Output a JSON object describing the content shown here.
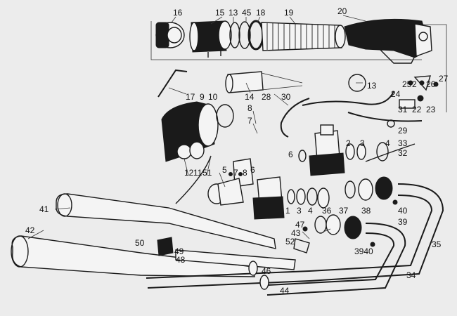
{
  "diagram": {
    "callouts": [
      {
        "id": "c16",
        "text": "16"
      },
      {
        "id": "c15",
        "text": "15"
      },
      {
        "id": "c13a",
        "text": "13"
      },
      {
        "id": "c45",
        "text": "45"
      },
      {
        "id": "c18",
        "text": "18"
      },
      {
        "id": "c19",
        "text": "19"
      },
      {
        "id": "c20",
        "text": "20"
      },
      {
        "id": "c13b",
        "text": "13"
      },
      {
        "id": "c14",
        "text": "14"
      },
      {
        "id": "c28",
        "text": "28"
      },
      {
        "id": "c30",
        "text": "30"
      },
      {
        "id": "c17",
        "text": "17"
      },
      {
        "id": "c9",
        "text": "9"
      },
      {
        "id": "c10",
        "text": "10"
      },
      {
        "id": "c8a",
        "text": "8"
      },
      {
        "id": "c7a",
        "text": "7"
      },
      {
        "id": "c25",
        "text": "25"
      },
      {
        "id": "c2a",
        "text": "2"
      },
      {
        "id": "c26",
        "text": "26"
      },
      {
        "id": "c27",
        "text": "27"
      },
      {
        "id": "c24",
        "text": "24"
      },
      {
        "id": "c31",
        "text": "31"
      },
      {
        "id": "c22",
        "text": "22"
      },
      {
        "id": "c23",
        "text": "23"
      },
      {
        "id": "c29",
        "text": "29"
      },
      {
        "id": "c2b",
        "text": "2"
      },
      {
        "id": "c3a",
        "text": "3"
      },
      {
        "id": "c4a",
        "text": "4"
      },
      {
        "id": "c33",
        "text": "33"
      },
      {
        "id": "c32",
        "text": "32"
      },
      {
        "id": "c6a",
        "text": "6"
      },
      {
        "id": "c12",
        "text": "12"
      },
      {
        "id": "c11",
        "text": "11"
      },
      {
        "id": "c51",
        "text": "51"
      },
      {
        "id": "c5",
        "text": "5"
      },
      {
        "id": "c7b",
        "text": "7"
      },
      {
        "id": "c8b",
        "text": "8"
      },
      {
        "id": "c6b",
        "text": "6"
      },
      {
        "id": "c41",
        "text": "41"
      },
      {
        "id": "c1",
        "text": "1"
      },
      {
        "id": "c3b",
        "text": "3"
      },
      {
        "id": "c4b",
        "text": "4"
      },
      {
        "id": "c36",
        "text": "36"
      },
      {
        "id": "c37",
        "text": "37"
      },
      {
        "id": "c38",
        "text": "38"
      },
      {
        "id": "c40a",
        "text": "40"
      },
      {
        "id": "c39a",
        "text": "39"
      },
      {
        "id": "c42",
        "text": "42"
      },
      {
        "id": "c47",
        "text": "47"
      },
      {
        "id": "c43",
        "text": "43"
      },
      {
        "id": "c52",
        "text": "52"
      },
      {
        "id": "c50",
        "text": "50"
      },
      {
        "id": "c49",
        "text": "49"
      },
      {
        "id": "c48",
        "text": "48"
      },
      {
        "id": "c3940",
        "text": "3940"
      },
      {
        "id": "c35",
        "text": "35"
      },
      {
        "id": "c46",
        "text": "46"
      },
      {
        "id": "c34",
        "text": "34"
      },
      {
        "id": "c44",
        "text": "44"
      }
    ]
  }
}
